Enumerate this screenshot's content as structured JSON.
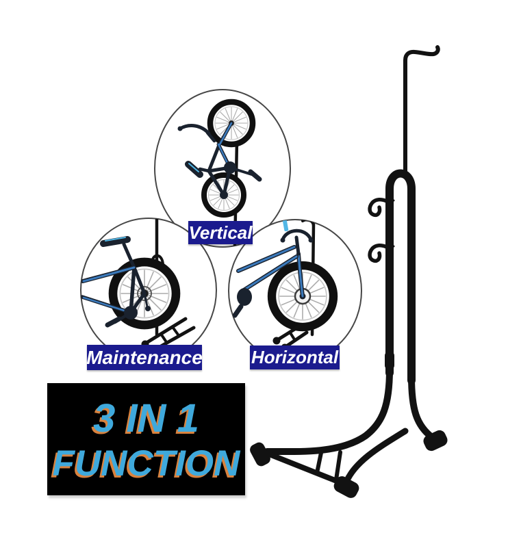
{
  "banner": {
    "line1": "3 IN 1",
    "line2": "FUNCTION"
  },
  "modes": [
    {
      "label": "Vertical"
    },
    {
      "label": "Maintenance"
    },
    {
      "label": "Horizontal"
    }
  ],
  "colors": {
    "page-bg": "#ffffff",
    "label-bg": "#1b1b8e",
    "label-text": "#ffffff",
    "banner-bg": "#000000",
    "banner-text": "#3fa9dc",
    "banner-shadow": "#d9823e",
    "stand": "#121212",
    "bike-frame": "#1a222e",
    "bike-accent": "#3b7abc",
    "bike-accent-light": "#52b7e6",
    "circle-border": "#474747"
  }
}
